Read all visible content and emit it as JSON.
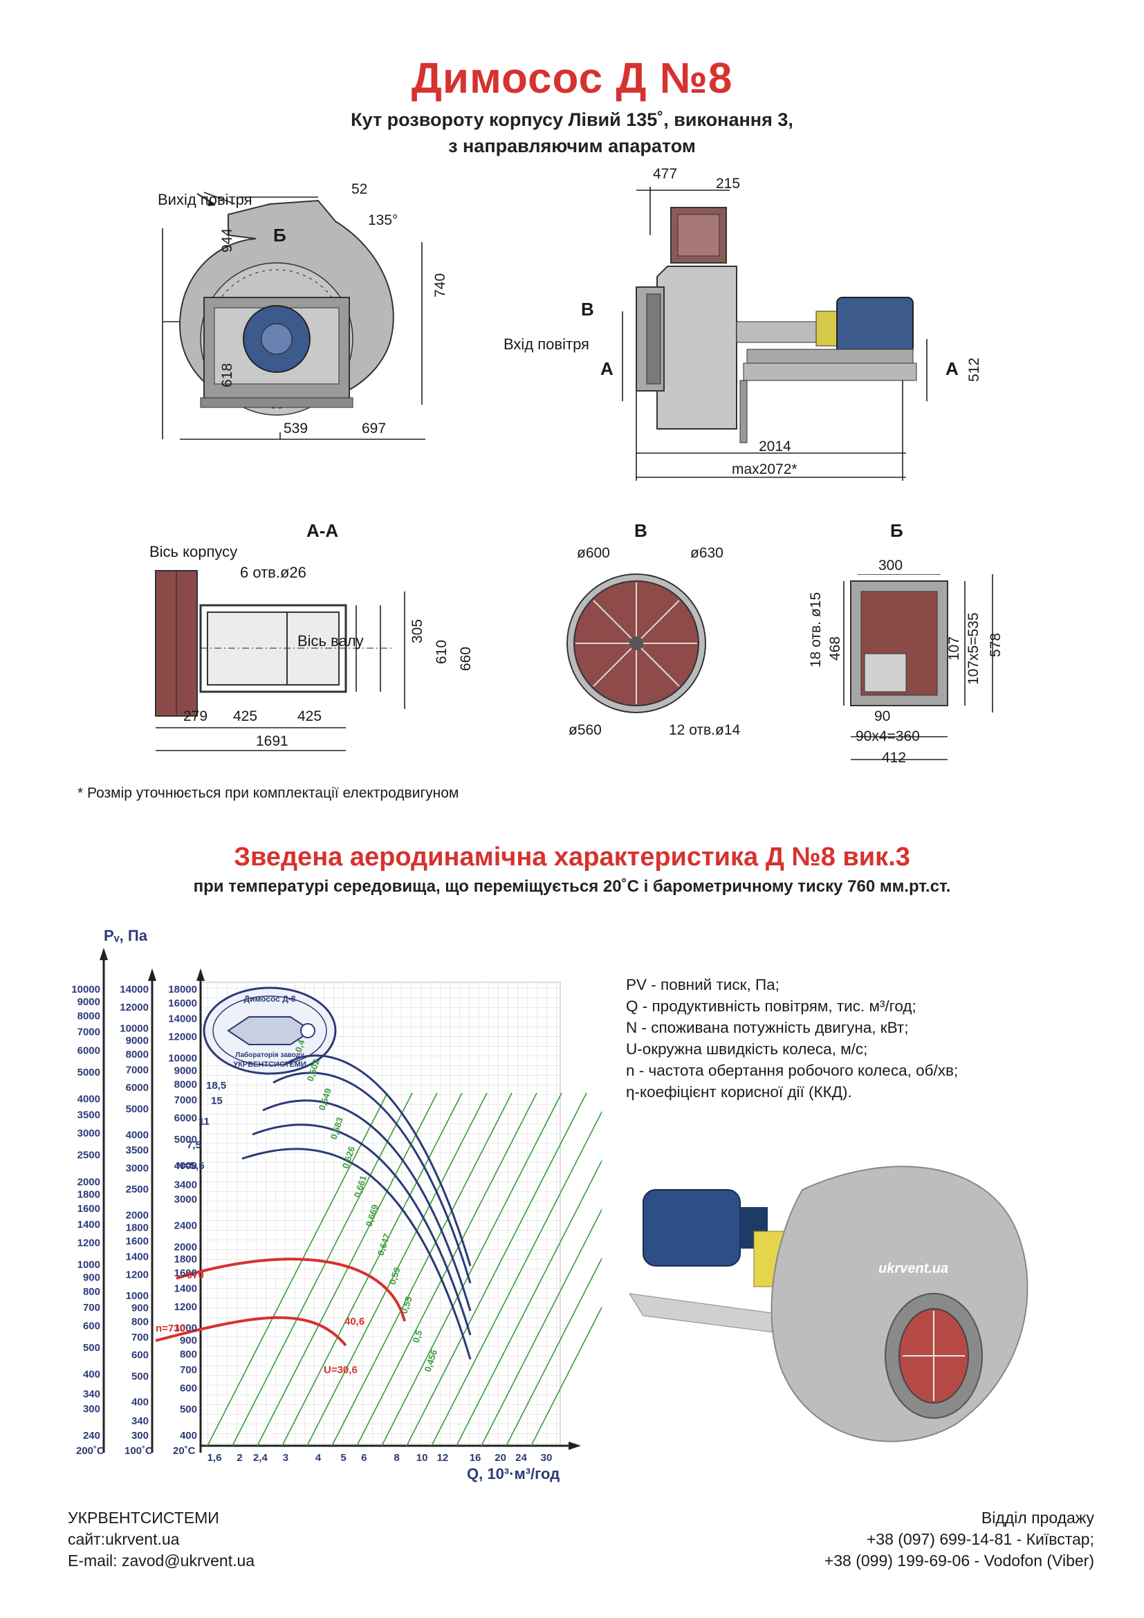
{
  "header": {
    "title": "Димосос  Д №8",
    "subtitle_line1": "Кут розвороту корпусу Лівий 135˚, виконання 3,",
    "subtitle_line2": "з направляючим апаратом"
  },
  "drawings": {
    "side_view": {
      "outlet_label": "Вихід повітря",
      "b_label": "Б",
      "angle": "135°",
      "dims": [
        "52",
        "944",
        "740",
        "618",
        "539",
        "697"
      ]
    },
    "front_view": {
      "inlet_label": "Вхід повітря",
      "v_label": "В",
      "a_label_left": "А",
      "a_label_right": "А",
      "dims": [
        "477",
        "215",
        "512",
        "2014",
        "max2072*"
      ]
    },
    "section_aa": {
      "title": "А-А",
      "housing_axis": "Вісь корпусу",
      "holes": "6 отв.ø26",
      "shaft_axis": "Вісь валу",
      "dims": [
        "305",
        "610",
        "660",
        "279",
        "425",
        "425",
        "1691"
      ]
    },
    "section_v": {
      "title": "В",
      "dims": [
        "ø600",
        "ø630",
        "ø560",
        "12 отв.ø14"
      ]
    },
    "section_b": {
      "title": "Б",
      "dims": [
        "300",
        "18 отв. ø15",
        "468",
        "107",
        "107x5=535",
        "578",
        "90",
        "90x4=360",
        "412"
      ]
    },
    "watermark": "ukrvent.ua",
    "footnote": "* Розмір уточнюється при комплектації електродвигуном"
  },
  "characteristics": {
    "title": "Зведена аеродинамічна характеристика Д №8 вик.3",
    "subtitle": "при температурі середовища, що переміщується 20˚С і барометричному тиску 760 мм.рт.ст."
  },
  "chart_data": {
    "type": "line",
    "ylabel": "Pᵥ, Па",
    "xlabel": "Q, 10³·м³/год",
    "x_scale": "log",
    "y_scale": "log",
    "x_ticks": [
      "1,6",
      "2",
      "2,4",
      "3",
      "4",
      "5",
      "6",
      "8",
      "10",
      "12",
      "16",
      "20",
      "24",
      "30"
    ],
    "temperature_labels": [
      "200˚С",
      "100˚С",
      "20˚С"
    ],
    "y_axes": [
      {
        "name": "200˚С",
        "ticks": [
          "10000",
          "9000",
          "8000",
          "7000",
          "6000",
          "5000",
          "4000",
          "3500",
          "3000",
          "2500",
          "2000",
          "1800",
          "1600",
          "1400",
          "1200",
          "1000",
          "900",
          "800",
          "700",
          "600",
          "500",
          "400",
          "340",
          "300",
          "240"
        ]
      },
      {
        "name": "100˚С",
        "ticks": [
          "14000",
          "12000",
          "10000",
          "9000",
          "8000",
          "7000",
          "6000",
          "5000",
          "4000",
          "3500",
          "3000",
          "2500",
          "2000",
          "1800",
          "1600",
          "1400",
          "1200",
          "1000",
          "900",
          "800",
          "700",
          "600",
          "500",
          "400",
          "340",
          "300"
        ]
      },
      {
        "name": "20˚С",
        "ticks": [
          "18000",
          "16000",
          "14000",
          "12000",
          "10000",
          "9000",
          "8000",
          "7000",
          "6000",
          "5000",
          "4000",
          "3400",
          "3000",
          "2400",
          "2000",
          "1800",
          "1600",
          "1400",
          "1200",
          "1000",
          "900",
          "800",
          "700",
          "600",
          "500",
          "400"
        ]
      }
    ],
    "blade_angles": [
      "0,4",
      "0,502",
      "0,549",
      "0,583",
      "0,626",
      "0,661",
      "0,669",
      "0,647",
      "0,59",
      "0,55",
      "0,5",
      "0,456"
    ],
    "power_curves": [
      "N=5,5",
      "7,5",
      "11",
      "15",
      "18,5"
    ],
    "speed_curves": [
      "n=730",
      "970"
    ],
    "velocity_labels": [
      "U=30,6",
      "40,6"
    ],
    "logo": {
      "name": "Димосос Д-8",
      "lab": "Лабораторія заводу",
      "brand": "УКРВЕНТСИСТЕМИ"
    },
    "colors": {
      "speed": "#d6322f",
      "power": "#2c3a78",
      "efficiency": "#3a9c3a",
      "grid": "#bdbdbd"
    }
  },
  "legend": [
    "PV - повний тиск, Па;",
    "Q - продуктивність повітрям, тис. м³/год;",
    "N - споживана потужність двигуна, кВт;",
    "U-окружна швидкість колеса, м/с;",
    "n - частота обертання робочого колеса, об/хв;",
    "η-коефіцієнт корисної дії (ККД)."
  ],
  "footer": {
    "company": "УКРВЕНТСИСТЕМИ",
    "site": "сайт:ukrvent.ua",
    "email": "E-mail: zavod@ukrvent.ua",
    "sales": "Відділ продажу",
    "phone1": "+38 (097) 699-14-81 - Київстар;",
    "phone2": "+38 (099) 199-69-06 - Vodofon (Viber)"
  }
}
